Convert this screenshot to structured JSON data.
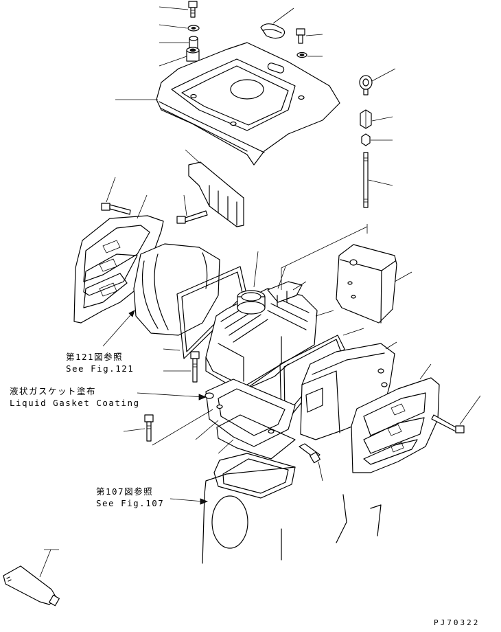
{
  "references": {
    "fig121_jp": "第121図参照",
    "fig121_en": "See Fig.121",
    "gasket_jp": "液状ガスケット塗布",
    "gasket_en": "Liquid Gasket Coating",
    "fig107_jp": "第107図参照",
    "fig107_en": "See Fig.107"
  },
  "drawing_code": "PJ70322"
}
